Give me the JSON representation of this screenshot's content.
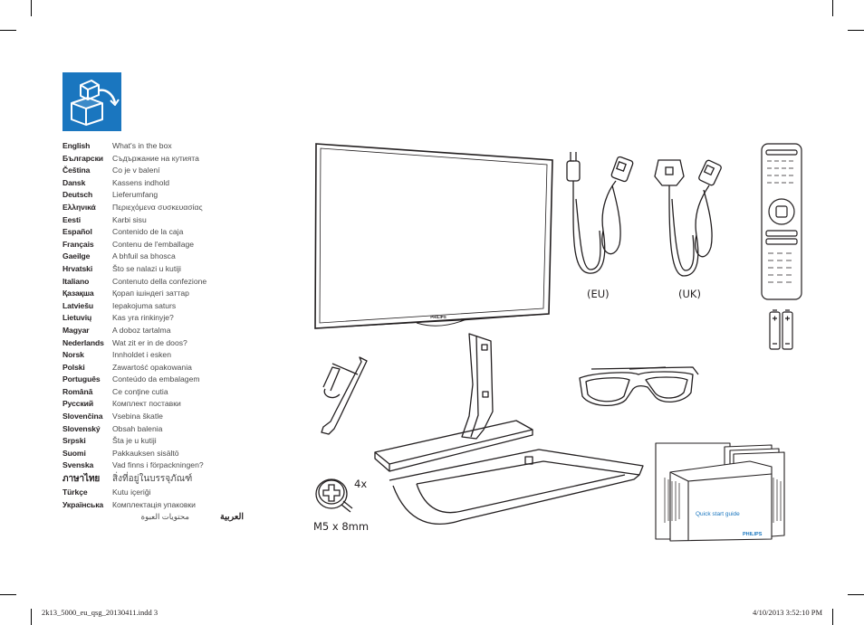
{
  "languages": [
    {
      "name": "English",
      "text": "What's in the box"
    },
    {
      "name": "Български",
      "text": "Съдържание на кутията"
    },
    {
      "name": "Čeština",
      "text": "Co je v balení"
    },
    {
      "name": "Dansk",
      "text": "Kassens indhold"
    },
    {
      "name": "Deutsch",
      "text": "Lieferumfang"
    },
    {
      "name": "Ελληνικά",
      "text": "Περιεχόμενα συσκευασίας"
    },
    {
      "name": "Eesti",
      "text": "Karbi sisu"
    },
    {
      "name": "Español",
      "text": "Contenido de la caja"
    },
    {
      "name": "Français",
      "text": "Contenu de l'emballage"
    },
    {
      "name": "Gaeilge",
      "text": "A bhfuil sa bhosca"
    },
    {
      "name": "Hrvatski",
      "text": "Što se nalazi u kutiji"
    },
    {
      "name": "Italiano",
      "text": "Contenuto della confezione"
    },
    {
      "name": "Қазақша",
      "text": "Қорап ішіндегі заттар"
    },
    {
      "name": "Latviešu",
      "text": "Iepakojuma saturs"
    },
    {
      "name": "Lietuvių",
      "text": "Kas yra rinkinyje?"
    },
    {
      "name": "Magyar",
      "text": "A doboz tartalma"
    },
    {
      "name": "Nederlands",
      "text": "Wat zit er in de doos?"
    },
    {
      "name": "Norsk",
      "text": "Innholdet i esken"
    },
    {
      "name": "Polski",
      "text": "Zawartość opakowania"
    },
    {
      "name": "Português",
      "text": "Conteúdo da embalagem"
    },
    {
      "name": "Română",
      "text": "Ce conţine cutia"
    },
    {
      "name": "Русский",
      "text": "Комплект поставки"
    },
    {
      "name": "Slovenčina",
      "text": "Vsebina škatle"
    },
    {
      "name": "Slovenský",
      "text": "Obsah balenia"
    },
    {
      "name": "Srpski",
      "text": "Šta je u kutiji"
    },
    {
      "name": "Suomi",
      "text": "Pakkauksen sisältö"
    },
    {
      "name": "Svenska",
      "text": "Vad finns i förpackningen?"
    },
    {
      "name": "ภาษาไทย",
      "text": "สิ่งที่อยู่ในบรรจุภัณฑ์"
    },
    {
      "name": "Türkçe",
      "text": "Kutu içeriği"
    },
    {
      "name": "Українська",
      "text": "Комплектація упаковки"
    }
  ],
  "arabic": {
    "name": "العربية",
    "text": "محتويات العبوة"
  },
  "labels": {
    "eu_plug": "(EU)",
    "uk_plug": "(UK)",
    "screw_qty": "4x",
    "screw_size": "M5 x 8mm",
    "tv_brand": "PHILIPS",
    "guide_title": "Quick start guide",
    "guide_brand": "PHILIPS"
  },
  "footer": {
    "file": "2k13_5000_eu_qsg_20130411.indd   3",
    "timestamp": "4/10/2013   3:52:10 PM"
  },
  "colors": {
    "accent": "#1a76bf",
    "guide_text": "#1a76bf"
  }
}
